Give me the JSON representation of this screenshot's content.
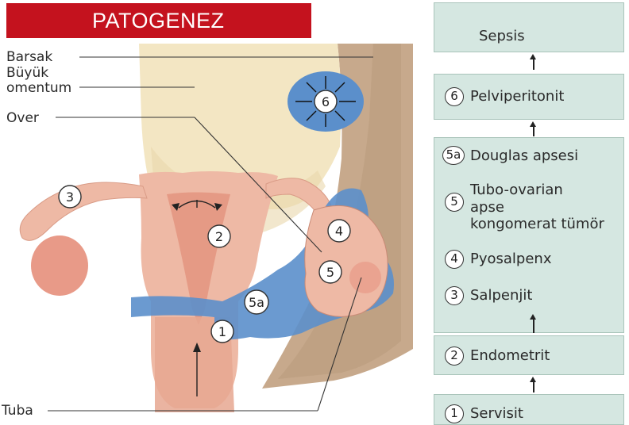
{
  "title": "PATOGENEZ",
  "labels": {
    "barsak": "Barsak",
    "buyuk": "Büyük",
    "omentum": "omentum",
    "over": "Over",
    "tuba": "Tuba"
  },
  "diagram_markers": [
    "1",
    "2",
    "3",
    "4",
    "5",
    "5a",
    "6"
  ],
  "flow": {
    "sepsis": "Sepsis",
    "step6_num": "6",
    "step6": "Pelviperitonit",
    "step5a_num": "5a",
    "step5a": "Douglas apsesi",
    "step5_num": "5",
    "step5_line1": "Tubo-ovarian",
    "step5_line2": "apse",
    "step5_line3": "kongomerat tümör",
    "step4_num": "4",
    "step4": "Pyosalpenx",
    "step3_num": "3",
    "step3": "Salpenjit",
    "step2_num": "2",
    "step2": "Endometrit",
    "step1_num": "1",
    "step1": "Servisit"
  },
  "colors": {
    "title_bg": "#c4121e",
    "flow_box": "#d5e7e1",
    "tissue_pink": "#eeb9a5",
    "omentum": "#f3e6c3",
    "abscess_blue": "#5b8fcb",
    "peritoneum_brown": "#c7a98c"
  }
}
